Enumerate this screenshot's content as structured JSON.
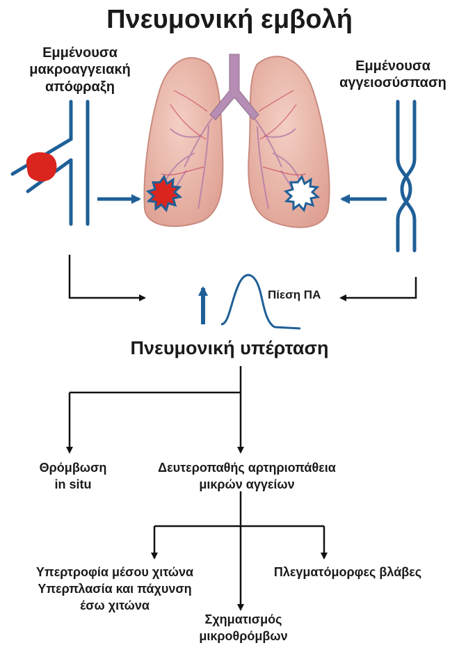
{
  "title": "Πνευμονική εμβολή",
  "left_label": [
    "Εμμένουσα",
    "μακροαγγειακή",
    "απόφραξη"
  ],
  "right_label": [
    "Εμμένουσα",
    "αγγειοσύσπαση"
  ],
  "pressure_label": "Πίεση ΠΑ",
  "hypertension_label": "Πνευμονική υπέρταση",
  "thrombosis_label": [
    "Θρόμβωση",
    "in situ"
  ],
  "secondary_label": [
    "Δευτεροπαθής αρτηριοπάθεια",
    "μικρών αγγείων"
  ],
  "hypertrophy_label": [
    "Υπερτροφία μέσου χιτώνα",
    "Υπερπλασία και πάχυνση",
    "έσω χιτώνα"
  ],
  "plexiform_label": "Πλεγματόμορφες βλάβες",
  "microthrombi_label": [
    "Σχηματισμός",
    "μικροθρόμβων"
  ],
  "colors": {
    "vessel_blue": "#1f5f97",
    "clot_red": "#d9251d",
    "lung_fill": "#e9b3a6",
    "lung_edge": "#c98b7f",
    "airway": "#b68db4",
    "arrow_dark": "#111111"
  }
}
